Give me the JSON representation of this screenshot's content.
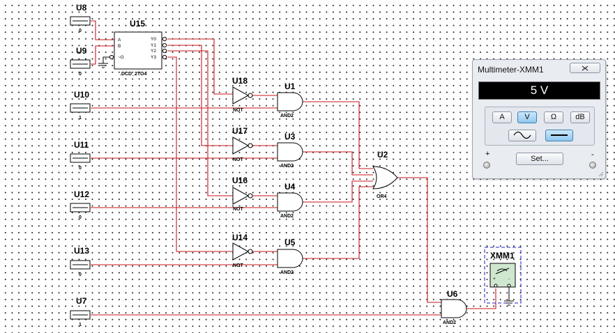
{
  "components": {
    "u15": {
      "ref": "U15",
      "model": ".DCD_2TO4",
      "inputs": [
        "A",
        "B",
        "~G"
      ],
      "outputs": [
        "Y0",
        "Y1",
        "Y2",
        "Y3"
      ]
    },
    "switches": [
      {
        "ref": "U8",
        "value": "0"
      },
      {
        "ref": "U9",
        "value": "0"
      },
      {
        "ref": "U10",
        "value": "1"
      },
      {
        "ref": "U11",
        "value": "0"
      },
      {
        "ref": "U12",
        "value": "0"
      },
      {
        "ref": "U13",
        "value": "0"
      },
      {
        "ref": "U7",
        "value": "1"
      }
    ],
    "not_gates": [
      {
        "ref": "U18",
        "model": "NOT"
      },
      {
        "ref": "U17",
        "model": "NOT"
      },
      {
        "ref": "U16",
        "model": "NOT"
      },
      {
        "ref": "U14",
        "model": "NOT"
      }
    ],
    "and_gates": [
      {
        "ref": "U1",
        "model": "AND2"
      },
      {
        "ref": "U3",
        "model": "AND2"
      },
      {
        "ref": "U4",
        "model": "AND2"
      },
      {
        "ref": "U5",
        "model": "AND2"
      },
      {
        "ref": "U6",
        "model": "AND2"
      }
    ],
    "or_gate": {
      "ref": "U2",
      "model": "OR4"
    },
    "meter_symbol": {
      "ref": "XMM1",
      "plus": "+",
      "minus": "-"
    }
  },
  "multimeter": {
    "title": "Multimeter-XMM1",
    "display": "5 V",
    "buttons": {
      "a": "A",
      "v": "V",
      "ohm": "Ω",
      "db": "dB",
      "set": "Set..."
    },
    "active_unit": "V",
    "active_mode": "DC",
    "plus": "+",
    "minus": "-"
  },
  "colors": {
    "wire": "#c8151b",
    "meter_frame": "#1d1dd0",
    "active_button": "#8fc7ee"
  }
}
